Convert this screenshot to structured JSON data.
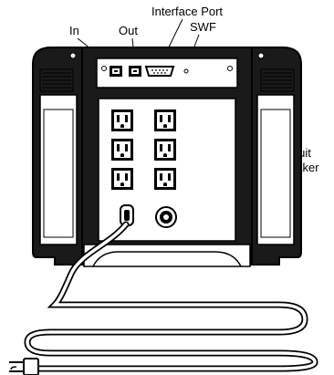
{
  "labels": {
    "in": "In",
    "out": "Out",
    "interface_port": "Interface Port",
    "swf": "SWF",
    "circuit_breaker_line1": "Circuit",
    "circuit_breaker_line2": "Breaker"
  },
  "colors": {
    "ink": "#000000",
    "paper": "#ffffff",
    "shade": "#1a1a1a"
  },
  "outlets": {
    "rows": 3,
    "columns": 2
  }
}
